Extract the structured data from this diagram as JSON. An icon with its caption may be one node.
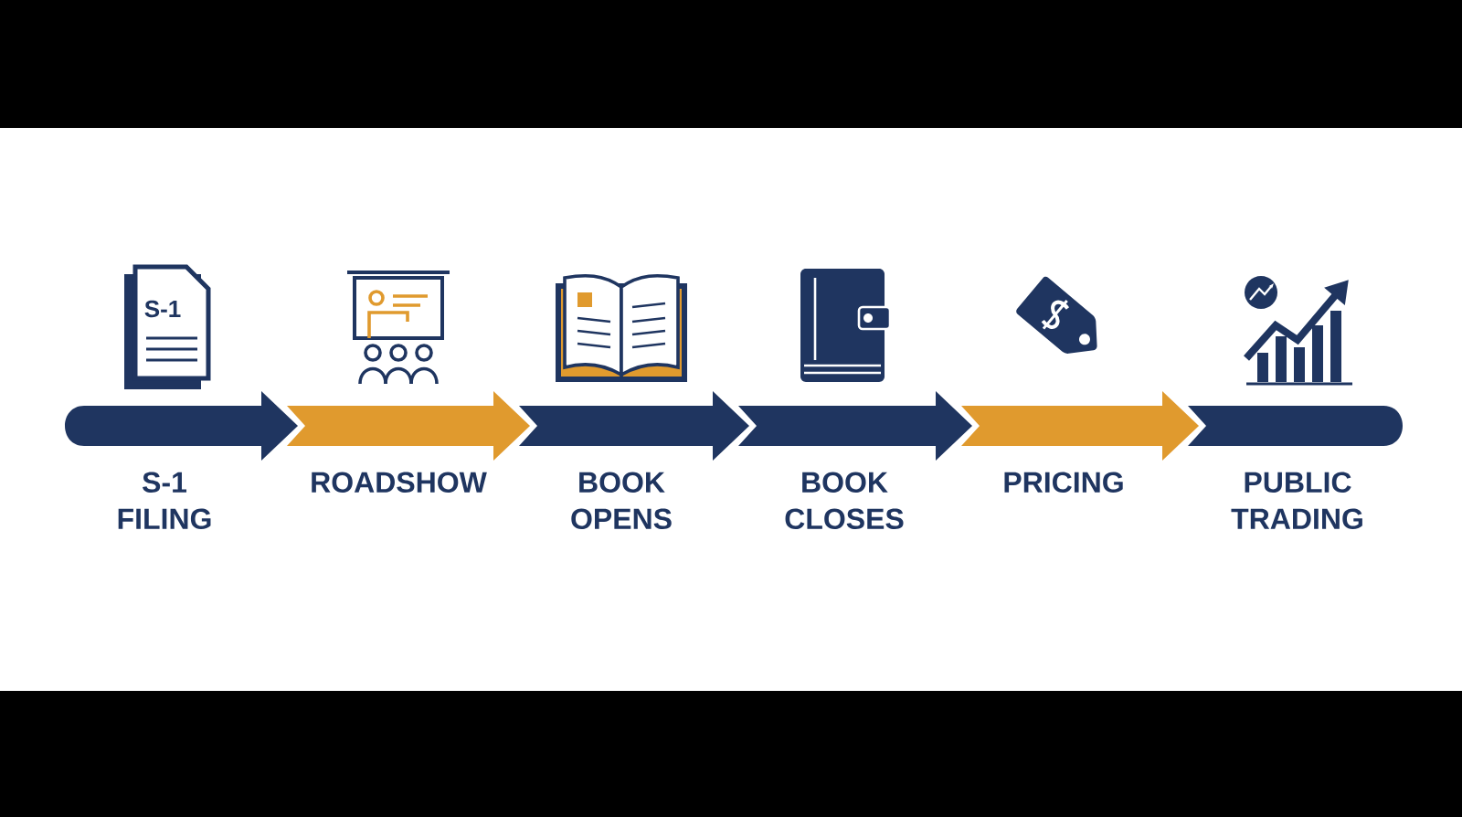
{
  "diagram": {
    "nodes": [
      {
        "text": [
          "S-1 FILING"
        ]
      },
      {
        "text": [
          "ROADSHOW"
        ]
      },
      {
        "text": [
          "BOOK OPENS"
        ]
      },
      {
        "text": [
          "BOOK CLOSES"
        ]
      },
      {
        "text": [
          "PRICING"
        ]
      },
      {
        "text": [
          "PUBLIC TRADING"
        ]
      }
    ],
    "labels": [
      "S-1"
    ]
  }
}
